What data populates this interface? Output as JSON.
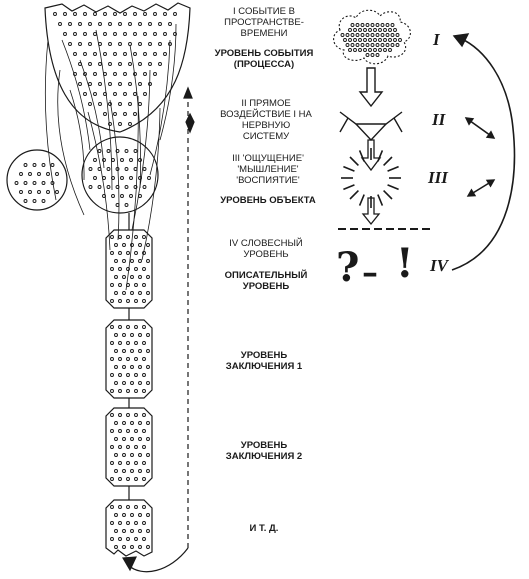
{
  "labels": {
    "event_spacetime": "I СОБЫТИЕ В ПРОСТРАНСТВЕ-ВРЕМЕНИ",
    "event_level": "УРОВЕНЬ СОБЫТИЯ (ПРОЦЕССА)",
    "direct_impact": "II ПРЯМОЕ ВОЗДЕЙСТВИЕ I НА НЕРВНУЮ СИСТЕМУ",
    "sensation": "III 'ОЩУЩЕНИЕ' 'МЫШЛЕНИЕ' 'ВОСПИЯТИЕ'",
    "object_level": "УРОВЕНЬ ОБЪЕКТА",
    "verbal_level": "IV СЛОВЕСНЫЙ УРОВЕНЬ",
    "descriptive_level": "ОПИСАТЕЛЬНЫЙ УРОВЕНЬ",
    "inference_1": "УРОВЕНЬ ЗАКЛЮЧЕНИЯ 1",
    "inference_2": "УРОВЕНЬ ЗАКЛЮЧЕНИЯ 2",
    "etc": "И Т. Д."
  },
  "roman": {
    "r1": "I",
    "r2": "II",
    "r3": "III",
    "r4": "IV"
  },
  "symbols": {
    "question": "?",
    "dash": "–",
    "exclaim": "!"
  },
  "colors": {
    "ink": "#1a1a1a",
    "paper": "#ffffff"
  }
}
